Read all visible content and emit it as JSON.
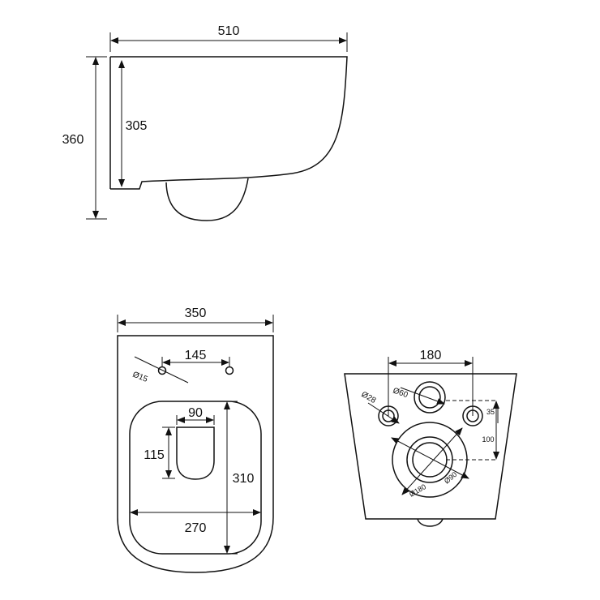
{
  "side_view": {
    "width_label": "510",
    "height_label": "360",
    "bowl_height_label": "305"
  },
  "top_view": {
    "width_label": "350",
    "hole_spacing_label": "145",
    "hole_diameter_label": "Ø15",
    "outlet_width_label": "90",
    "outlet_length_label": "115",
    "bowl_width_label": "270",
    "bowl_length_label": "310"
  },
  "rear_view": {
    "inlet_spacing_label": "180",
    "bolt_diameter_label": "Ø28",
    "inlet_diameter_label": "Ø60",
    "bolt_offset_label": "35",
    "vertical_offset_label": "100",
    "outlet_outer_diameter_label": "Ø180",
    "outlet_inner_diameter_label": "Ø90"
  }
}
